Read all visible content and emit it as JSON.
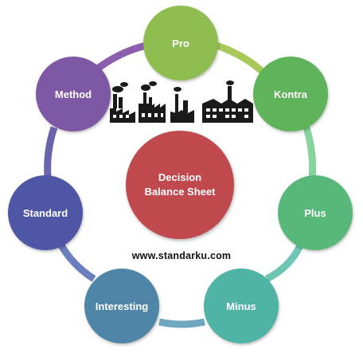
{
  "colors": {
    "connector": [
      "#a8c95a",
      "#8fcc7a",
      "#86d49c",
      "#6fc5b4",
      "#6fa7c0",
      "#6a7fbe",
      "#6c63ad",
      "#8c5fae",
      "#9a6aac"
    ],
    "pro": "#8fbd4f",
    "kontra": "#5fb35a",
    "plus": "#58b879",
    "minus": "#4fb3a6",
    "interesting": "#4f86a8",
    "standard": "#5056a6",
    "method": "#7e57a5",
    "center": "#c0494e"
  },
  "nodes": {
    "pro": "Pro",
    "kontra": "Kontra",
    "plus": "Plus",
    "minus": "Minus",
    "interesting": "Interesting",
    "standard": "Standard",
    "method": "Method"
  },
  "center": {
    "line1": "Decision",
    "line2": "Balance Sheet"
  },
  "website": "www.standarku.com",
  "icons": {
    "factory": "factory-illustration-icon"
  }
}
